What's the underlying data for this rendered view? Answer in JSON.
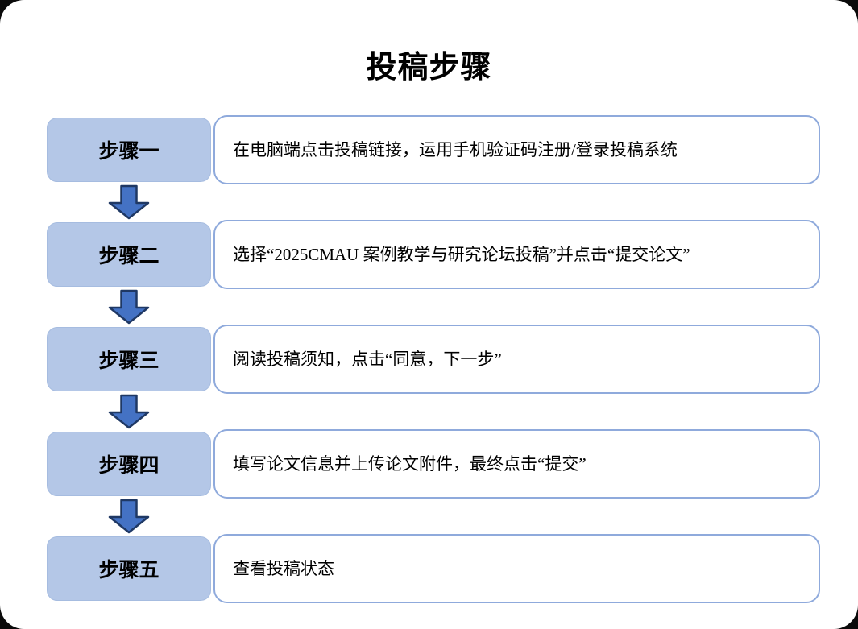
{
  "title": "投稿步骤",
  "colors": {
    "step_label_fill": "#B4C7E7",
    "step_label_border": "#A6BCE0",
    "desc_box_border": "#8FAADC",
    "arrow_fill": "#4472C4",
    "arrow_outline": "#1F3864"
  },
  "steps": [
    {
      "label": "步骤一",
      "description": "在电脑端点击投稿链接，运用手机验证码注册/登录投稿系统"
    },
    {
      "label": "步骤二",
      "description": "选择“2025CMAU 案例教学与研究论坛投稿”并点击“提交论文”"
    },
    {
      "label": "步骤三",
      "description": "阅读投稿须知，点击“同意，下一步”"
    },
    {
      "label": "步骤四",
      "description": "填写论文信息并上传论文附件，最终点击“提交”"
    },
    {
      "label": "步骤五",
      "description": "查看投稿状态"
    }
  ]
}
